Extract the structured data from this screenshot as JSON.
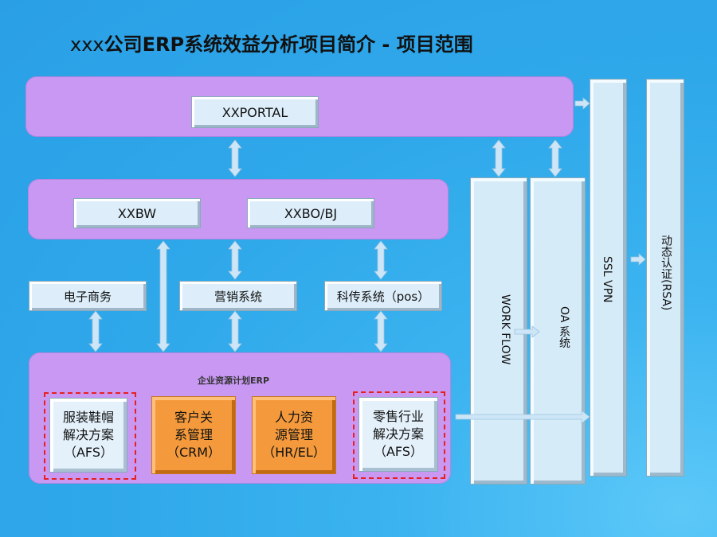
{
  "title": {
    "prefix": "xxx",
    "main": "公司ERP系统效益分析项目简介",
    "suffix": " - 项目范围"
  },
  "portal": {
    "label": "XXPORTAL"
  },
  "bi": {
    "bw_label": "XXBW",
    "bo_label": "XXBO/BJ"
  },
  "middle": {
    "ecommerce": "电子商务",
    "marketing": "营销系统",
    "pos": "科传系统（pos）"
  },
  "erp": {
    "title": "企业资源计划ERP",
    "modules": [
      {
        "line1": "服装鞋帽",
        "line2": "解决方案",
        "line3": "（AFS）"
      },
      {
        "line1": "客户关",
        "line2": "系管理",
        "line3": "（CRM）"
      },
      {
        "line1": "人力资",
        "line2": "源管理",
        "line3": "（HR/EL）"
      },
      {
        "line1": "零售行业",
        "line2": "解决方案",
        "line3": "（AFS）"
      }
    ]
  },
  "columns": {
    "workflow": "WORK FLOW",
    "oa": "OA 系统",
    "sslvpn": "SSL VPN",
    "rsa": "动态认证(RSA)"
  },
  "colors": {
    "background": "#2fa8ea",
    "panel": "#c898f2",
    "box": "#ddeefa",
    "orange": "#f59a3c",
    "dashed": "#e62020"
  }
}
